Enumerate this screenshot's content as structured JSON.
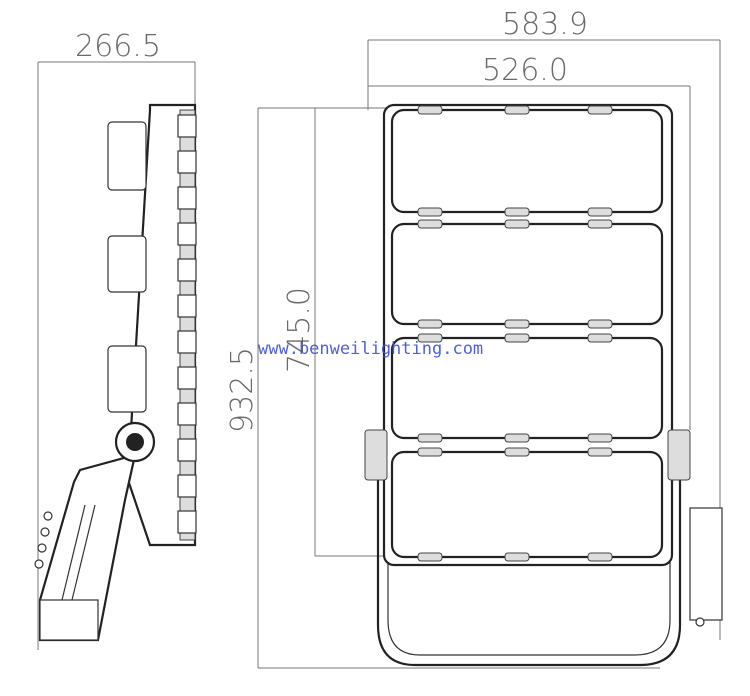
{
  "dimensions": {
    "side_depth": "266.5",
    "overall_width": "583.9",
    "panel_width": "526.0",
    "overall_height": "932.5",
    "panel_height": "745.0"
  },
  "watermark": "www.benweilighting.com",
  "front_view": {
    "led_modules": 4
  },
  "colors": {
    "line": "#222222",
    "dimension_text": "#6a6a6a",
    "watermark": "#3c4fd8"
  }
}
